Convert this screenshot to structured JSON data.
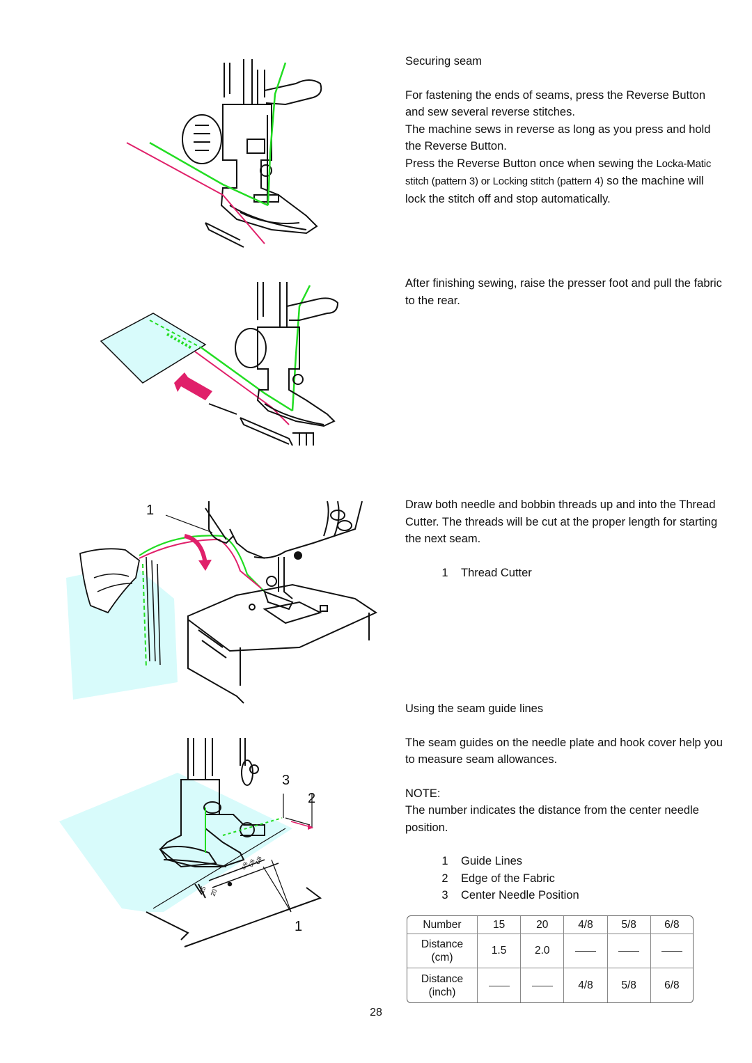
{
  "sections": {
    "securing": {
      "heading": "Securing seam",
      "p1": "For fastening the ends of seams, press the Reverse Button and sew several reverse stitches.",
      "p2": "The machine sews in reverse as long as you press and hold the Reverse Button.",
      "p3a": "Press the Reverse Button once when sewing the ",
      "p3b": "Locka-Matic stitch (pattern 3) or Locking stitch (pattern 4)",
      "p3c": " so the machine will lock the stitch off and stop automatically."
    },
    "finishing": {
      "text": "After finishing sewing, raise the presser foot and pull the fabric to the rear."
    },
    "cutter": {
      "text": "Draw both needle and bobbin threads up and into the Thread Cutter. The threads will be cut at the proper length for starting the next seam.",
      "items": [
        {
          "num": "1",
          "label": "Thread Cutter"
        }
      ],
      "callout": "1"
    },
    "guides": {
      "heading": "Using the seam guide lines",
      "text": "The seam guides on the needle plate and hook cover help you to measure seam allowances.",
      "note_label": "NOTE:",
      "note_text": "The number indicates the distance from the center needle position.",
      "items": [
        {
          "num": "1",
          "label": "Guide Lines"
        },
        {
          "num": "2",
          "label": "Edge of the Fabric"
        },
        {
          "num": "3",
          "label": "Center Needle Position"
        }
      ],
      "callouts": {
        "c1": "1",
        "c2": "2",
        "c3": "3"
      },
      "plate_marks": {
        "m1": "15",
        "m2": "20",
        "m3": "4/8",
        "m4": "5/8",
        "m5": "6/8"
      }
    }
  },
  "table": {
    "rows": [
      {
        "label": "Number",
        "cells": [
          "15",
          "20",
          "4/8",
          "5/8",
          "6/8"
        ]
      },
      {
        "label": "Distance",
        "sublabel": "(cm)",
        "cells": [
          "1.5",
          "2.0",
          "",
          "",
          ""
        ]
      },
      {
        "label": "Distance",
        "sublabel": "(inch)",
        "cells": [
          "",
          "",
          "4/8",
          "5/8",
          "6/8"
        ]
      }
    ]
  },
  "page_number": "28",
  "colors": {
    "green_thread": "#22dd22",
    "red_thread": "#e0206a",
    "fabric": "#d8fbfb",
    "arrow": "#e0206a"
  }
}
